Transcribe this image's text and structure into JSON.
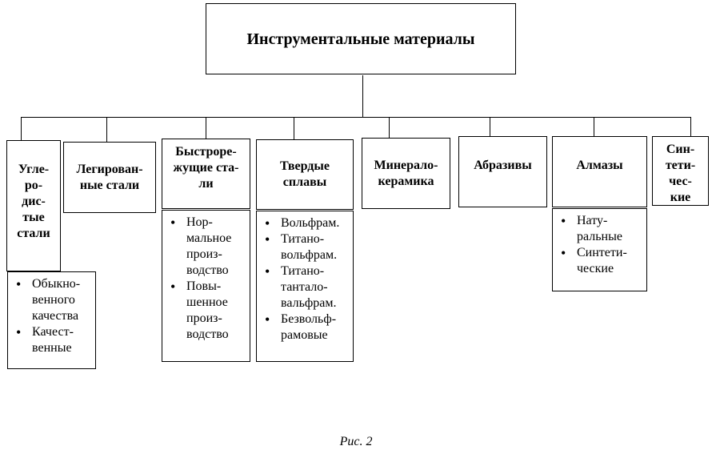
{
  "root": {
    "title": "Инструментальные материалы"
  },
  "categories": [
    {
      "label": "Угле-\nро-\nдис-\nтые\nстали",
      "items": [
        "Обыкно-\nвенного\nкачества",
        "Качест-\nвенные"
      ]
    },
    {
      "label": "Легирован-\nные стали",
      "items": []
    },
    {
      "label": "Быстроре-\nжущие ста-\nли",
      "items": [
        "Нор-\nмальное\nпроиз-\nводство",
        "Повы-\nшенное\nпроиз-\nводство"
      ]
    },
    {
      "label": "Твердые\nсплавы",
      "items": [
        "Вольфрам.",
        "Титано-\nвольфрам.",
        "Титано-\nтантало-\nвальфрам.",
        "Безвольф-\nрамовые"
      ]
    },
    {
      "label": "Минерало-\nкерамика",
      "items": []
    },
    {
      "label": "Абразивы",
      "items": []
    },
    {
      "label": "Алмазы",
      "items": [
        "Нату-\nральные",
        "Синтети-\nческие"
      ]
    },
    {
      "label": "Син-\nтети-\nчес-\nкие",
      "items": []
    }
  ],
  "caption": "Рис. 2"
}
